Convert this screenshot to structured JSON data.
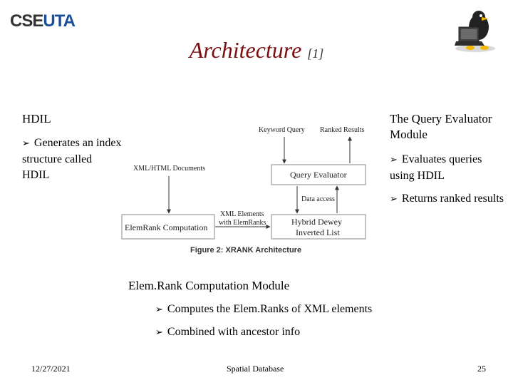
{
  "logo": {
    "part1": "CSE",
    "part2": "UTA"
  },
  "title": {
    "main": "Architecture",
    "ref": "[1]"
  },
  "hdil": {
    "heading": "HDIL",
    "bullets": [
      "Generates an index structure called HDIL"
    ]
  },
  "query_module": {
    "heading": "The Query Evaluator Module",
    "bullets": [
      "Evaluates queries using HDIL",
      "Returns ranked results"
    ]
  },
  "figure": {
    "keyword_query": "Keyword Query",
    "ranked_results": "Ranked Results",
    "xml_docs": "XML/HTML Documents",
    "query_evaluator": "Query Evaluator",
    "data_access": "Data access",
    "xml_elements": "XML Elements",
    "with_elemranks": "with ElemRanks",
    "elemrank_computation": "ElemRank Computation",
    "hybrid_dewey": "Hybrid Dewey",
    "inverted_list": "Inverted List",
    "caption": "Figure 2: XRANK Architecture"
  },
  "elemrank_module": {
    "heading": "Elem.Rank Computation Module",
    "bullets": [
      "Computes the Elem.Ranks of XML elements",
      "Combined with ancestor info"
    ]
  },
  "bullet_glyph": "➢",
  "footer": {
    "date": "12/27/2021",
    "center": "Spatial Database",
    "page": "25"
  }
}
